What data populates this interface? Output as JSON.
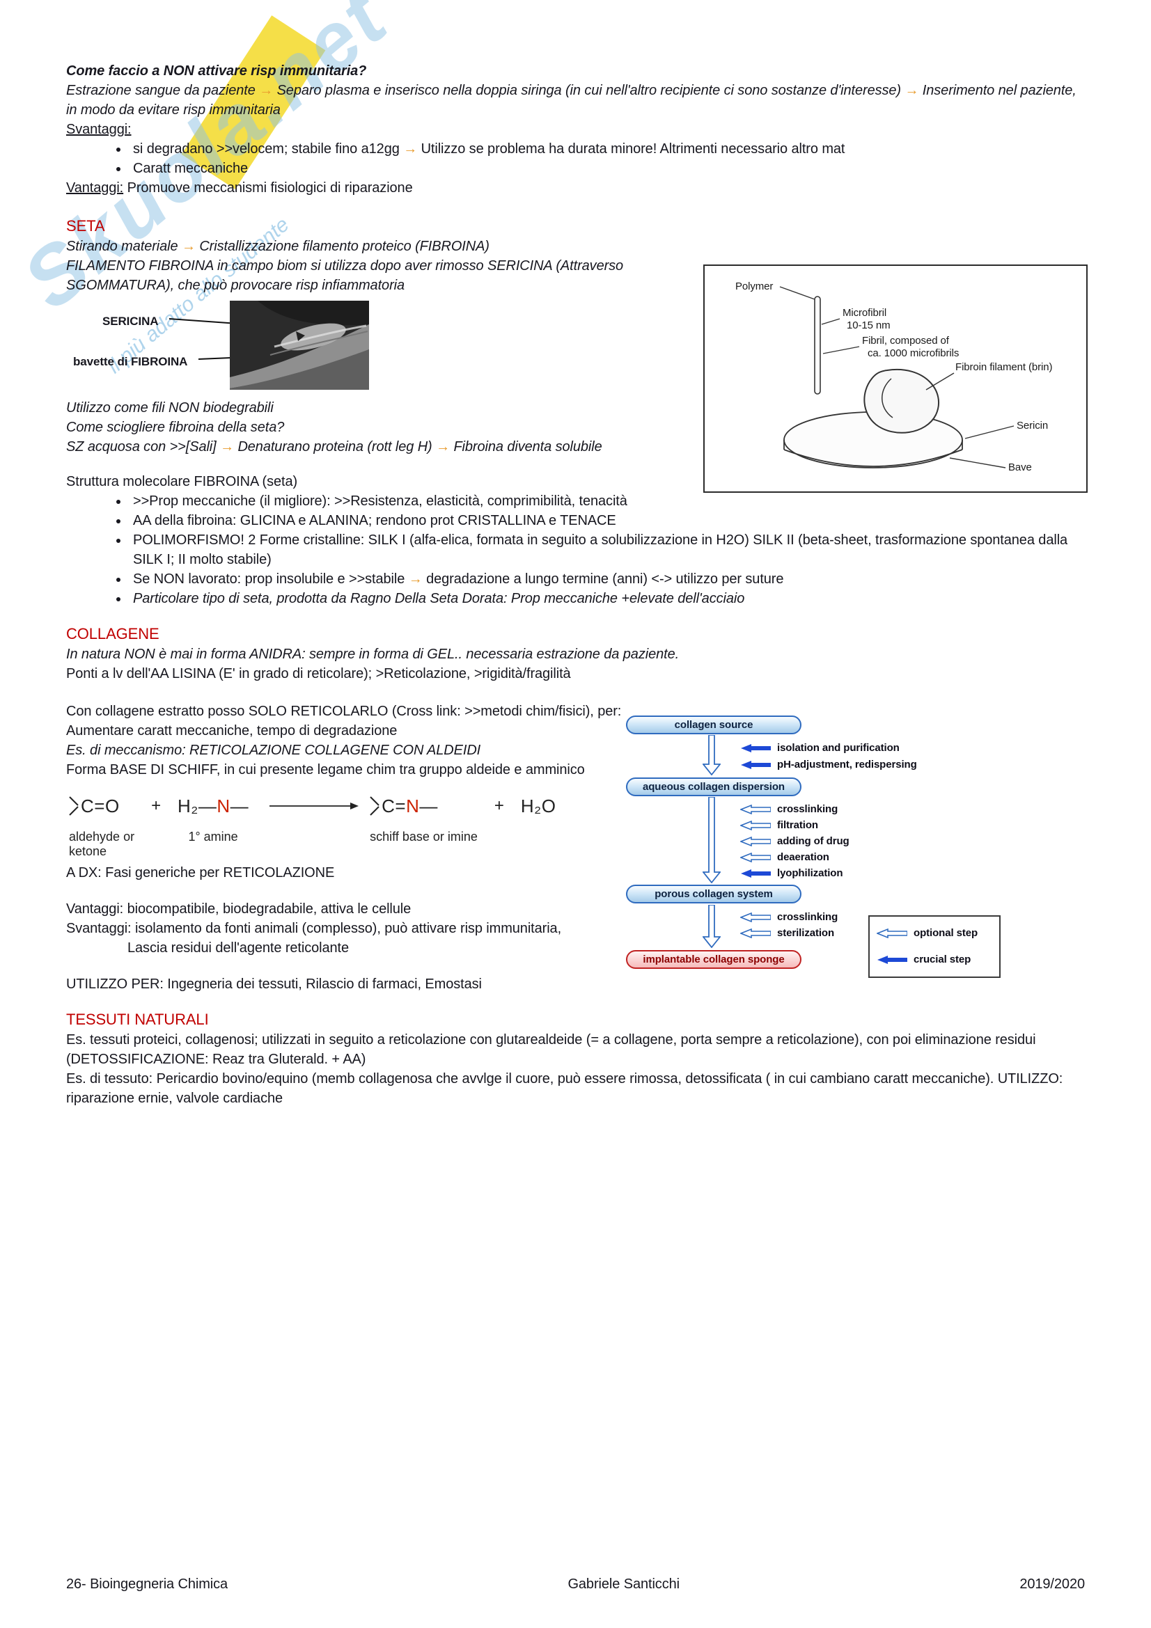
{
  "watermark": {
    "brand": "Skuola.net",
    "tagline": "il più adatto allo studente"
  },
  "intro": {
    "question": "Come faccio a NON attivare risp immunitaria?",
    "procedure": [
      "Estrazione sangue da paziente ",
      "→",
      " Separo plasma e inserisco nella doppia siringa (in cui nell'altro recipiente ci sono sostanze d'interesse) ",
      "→",
      " Inserimento nel paziente, in modo da evitare risp immunitaria"
    ],
    "svantaggi_label": "Svantaggi:",
    "bullets": [
      [
        "si degradano >>velocem; stabile fino a12gg ",
        "→",
        " Utilizzo se problema ha durata minore! Altrimenti necessario altro mat"
      ],
      "Caratt meccaniche"
    ],
    "vantaggi_label": "Vantaggi:",
    "vantaggi_text": " Promuove meccanismi fisiologici di riparazione"
  },
  "seta": {
    "heading": "SETA",
    "p1": [
      "Stirando materiale ",
      "→",
      " Cristallizzazione filamento proteico (FIBROINA)"
    ],
    "p2": "FILAMENTO FIBROINA in campo biom si utilizza dopo aver rimosso SERICINA (Attraverso SGOMMATURA), che può provocare risp infiammatoria",
    "figure": {
      "label_sericina": "SERICINA",
      "label_bavette": "bavette di FIBROINA"
    },
    "p3": "Utilizzo come fili NON biodegrabili",
    "p4": "Come sciogliere fibroina della seta?",
    "p5": [
      "SZ acquosa con >>[Sali] ",
      "→",
      " Denaturano proteina (rott leg H) ",
      "→",
      " Fibroina diventa solubile"
    ],
    "struttura_title": "Struttura molecolare FIBROINA (seta)",
    "bullets": [
      ">>Prop meccaniche (il migliore): >>Resistenza, elasticità, comprimibilità, tenacità",
      "AA della fibroina: GLICINA e ALANINA; rendono prot CRISTALLINA e TENACE",
      "POLIMORFISMO! 2 Forme cristalline: SILK I (alfa-elica, formata in seguito a solubilizzazione in H2O) SILK II (beta-sheet, trasformazione spontanea dalla SILK I; II molto stabile)",
      [
        "Se NON lavorato: prop insolubile e >>stabile ",
        "→",
        " degradazione a lungo termine (anni) <-> utilizzo per suture"
      ],
      "Particolare tipo di seta, prodotta da Ragno Della Seta Dorata: Prop meccaniche +elevate dell'acciaio"
    ],
    "diagram": {
      "polymer": "Polymer",
      "microfibril_1": "Microfibril",
      "microfibril_2": "10-15 nm",
      "fibril_1": "Fibril, composed of",
      "fibril_2": "ca. 1000 microfibrils",
      "fibroin": "Fibroin filament (brin)",
      "sericin": "Sericin",
      "bave": "Bave"
    }
  },
  "collagene": {
    "heading": "COLLAGENE",
    "p1": "In natura NON è mai in forma ANIDRA: sempre in forma di GEL.. necessaria estrazione da paziente.",
    "p2": "Ponti a lv dell'AA LISINA (E' in grado di reticolare); >Reticolazione, >rigidità/fragilità",
    "p3": "Con collagene estratto posso SOLO RETICOLARLO (Cross link: >>metodi chim/fisici), per:",
    "p4": "Aumentare caratt meccaniche, tempo di degradazione",
    "p5": "Es. di meccanismo: RETICOLAZIONE COLLAGENE CON ALDEIDI",
    "p6": "Forma BASE DI SCHIFF, in cui presente legame chim tra gruppo aldeide e amminico",
    "equation": {
      "aldehyde": "C=O",
      "plus": "+",
      "amine_h2": "H₂",
      "dash": "—",
      "n": "N",
      "product_c": "C=",
      "water": "H₂O",
      "label_aldehyde_1": "aldehyde or",
      "label_aldehyde_2": "ketone",
      "label_amine": "1° amine",
      "label_product": "schiff base or imine"
    },
    "p7": "A DX: Fasi generiche per RETICOLAZIONE",
    "p8": "Vantaggi: biocompatibile, biodegradabile, attiva le cellule",
    "p9": "Svantaggi: isolamento da fonti animali (complesso), può attivare risp immunitaria,",
    "p10": "Lascia residui dell'agente reticolante",
    "p11": "UTILIZZO PER: Ingegneria dei tessuti, Rilascio di farmaci, Emostasi"
  },
  "flowchart": {
    "boxes": [
      "collagen source",
      "aqueous collagen dispersion",
      "porous collagen system",
      "implantable collagen sponge"
    ],
    "steps1": [
      {
        "label": "isolation and purification",
        "type": "crucial"
      },
      {
        "label": "pH-adjustment, redispersing",
        "type": "crucial"
      }
    ],
    "steps2": [
      {
        "label": "crosslinking",
        "type": "optional"
      },
      {
        "label": "filtration",
        "type": "optional"
      },
      {
        "label": "adding of drug",
        "type": "optional"
      },
      {
        "label": "deaeration",
        "type": "optional"
      },
      {
        "label": "lyophilization",
        "type": "crucial"
      }
    ],
    "steps3": [
      {
        "label": "crosslinking",
        "type": "optional"
      },
      {
        "label": "sterilization",
        "type": "optional"
      }
    ],
    "legend": [
      {
        "label": "optional step",
        "type": "optional"
      },
      {
        "label": "crucial step",
        "type": "crucial"
      }
    ]
  },
  "tessuti": {
    "heading": "TESSUTI NATURALI",
    "p1": "Es. tessuti proteici, collagenosi; utilizzati in seguito a reticolazione con glutarealdeide (= a collagene, porta sempre a reticolazione), con poi eliminazione residui (DETOSSIFICAZIONE: Reaz tra Gluterald. + AA)",
    "p2": "Es. di tessuto: Pericardio bovino/equino (memb collagenosa che avvlge il cuore, può essere rimossa, detossificata ( in cui cambiano caratt meccaniche). UTILIZZO: riparazione ernie, valvole cardiache"
  },
  "footer": {
    "left": "26- Bioingegneria Chimica",
    "center": "Gabriele Santicchi",
    "right": "2019/2020"
  },
  "colors": {
    "heading_red": "#C00000",
    "arrow_orange": "#E89B2D",
    "flow_blue": "#2F6BBF",
    "flow_arrow_blue": "#1D49D6",
    "flow_red": "#C02222"
  }
}
